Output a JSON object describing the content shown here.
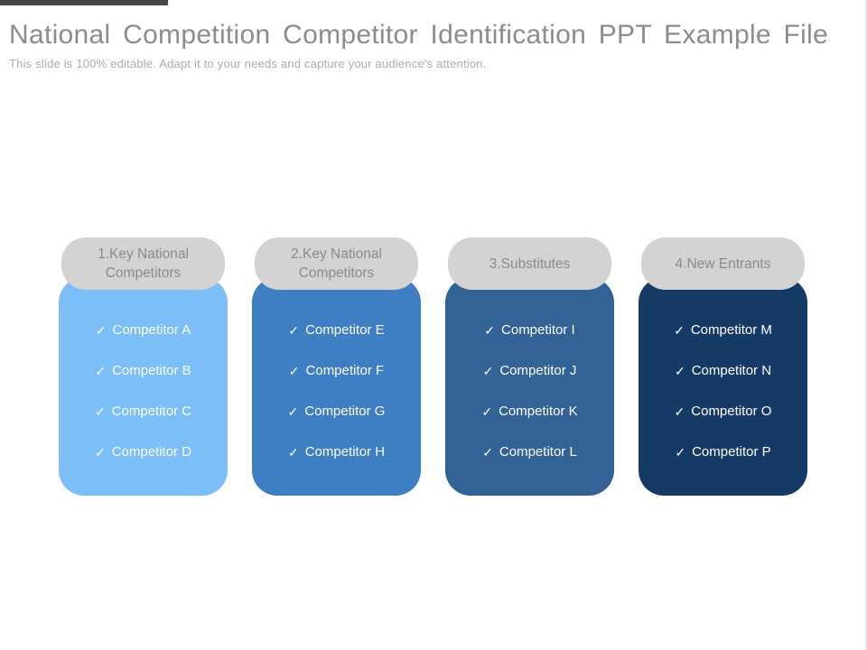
{
  "slide": {
    "title": "National Competition Competitor Identification PPT Example File",
    "subtitle": "This slide is 100% editable. Adapt it to your needs and capture your audience's attention.",
    "check_glyph": "✓",
    "colors": {
      "top_accent_bar": "#474747",
      "title_text": "#8c8c8c",
      "subtitle_text": "#acacac",
      "tab_background": "#d3d3d3",
      "tab_text": "#8a8a8a",
      "item_text": "#ffffff"
    },
    "columns": [
      {
        "header": "1.Key National Competitors",
        "color": "#7cbef7",
        "items": [
          "Competitor A",
          "Competitor B",
          "Competitor C",
          "Competitor D"
        ]
      },
      {
        "header": "2.Key National Competitors",
        "color": "#3e7fc4",
        "items": [
          "Competitor E",
          "Competitor F",
          "Competitor G",
          "Competitor H"
        ]
      },
      {
        "header": "3.Substitutes",
        "color": "#336296",
        "items": [
          "Competitor I",
          "Competitor J",
          "Competitor K",
          "Competitor L"
        ]
      },
      {
        "header": "4.New Entrants",
        "color": "#163a66",
        "items": [
          "Competitor M",
          "Competitor N",
          "Competitor O",
          "Competitor P"
        ]
      }
    ]
  }
}
